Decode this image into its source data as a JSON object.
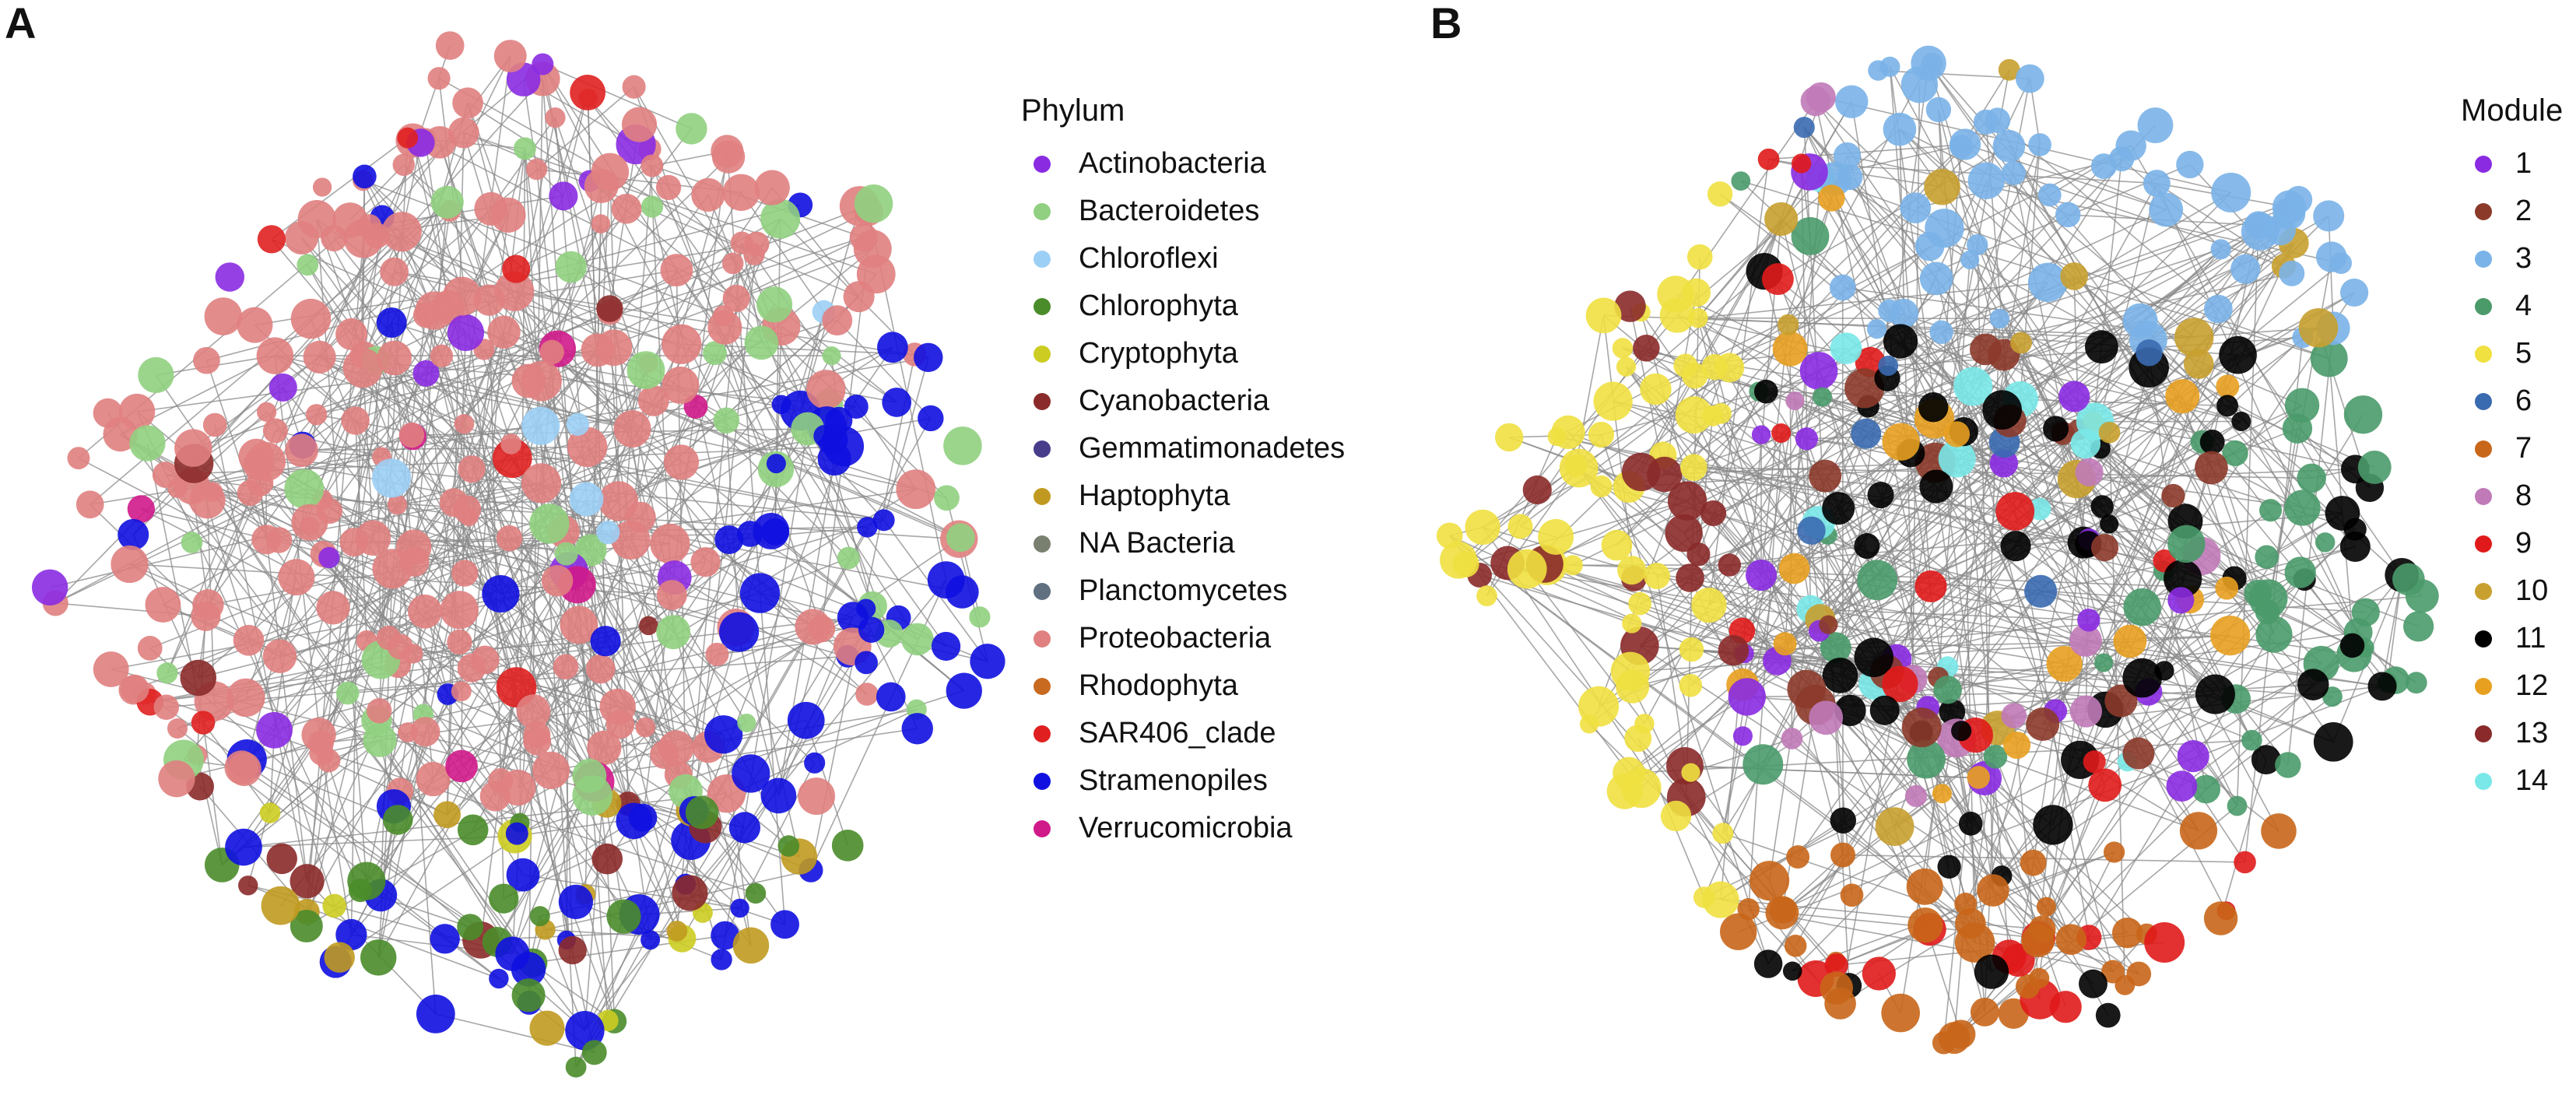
{
  "panel_a": {
    "letter": "A",
    "legend_title": "Phylum",
    "legend": [
      {
        "label": "Actinobacteria",
        "color": "#8a2be2"
      },
      {
        "label": "Bacteroidetes",
        "color": "#90d080"
      },
      {
        "label": "Chloroflexi",
        "color": "#9ccff5"
      },
      {
        "label": "Chlorophyta",
        "color": "#4a8c2a"
      },
      {
        "label": "Cryptophyta",
        "color": "#cccc22"
      },
      {
        "label": "Cyanobacteria",
        "color": "#8b2a2a"
      },
      {
        "label": "Gemmatimonadetes",
        "color": "#483d8b"
      },
      {
        "label": "Haptophyta",
        "color": "#c09a20"
      },
      {
        "label": "NA Bacteria",
        "color": "#7a8070"
      },
      {
        "label": "Planctomycetes",
        "color": "#607080"
      },
      {
        "label": "Proteobacteria",
        "color": "#e08080"
      },
      {
        "label": "Rhodophyta",
        "color": "#c86a20"
      },
      {
        "label": "SAR406_clade",
        "color": "#e02020"
      },
      {
        "label": "Stramenopiles",
        "color": "#1010e0"
      },
      {
        "label": "Verrucomicrobia",
        "color": "#d01a8a"
      }
    ]
  },
  "panel_b": {
    "letter": "B",
    "legend_title": "Module",
    "legend": [
      {
        "label": "1",
        "color": "#8a2be2"
      },
      {
        "label": "2",
        "color": "#8b3a2a"
      },
      {
        "label": "3",
        "color": "#7ab3e8"
      },
      {
        "label": "4",
        "color": "#4a9a6a"
      },
      {
        "label": "5",
        "color": "#f0e040"
      },
      {
        "label": "6",
        "color": "#3a6ab0"
      },
      {
        "label": "7",
        "color": "#c8661a"
      },
      {
        "label": "8",
        "color": "#c07ab8"
      },
      {
        "label": "9",
        "color": "#e01a1a"
      },
      {
        "label": "10",
        "color": "#c8a030"
      },
      {
        "label": "11",
        "color": "#000000"
      },
      {
        "label": "12",
        "color": "#e8a020"
      },
      {
        "label": "13",
        "color": "#8a2a2a"
      },
      {
        "label": "14",
        "color": "#7ae8e8"
      }
    ]
  }
}
